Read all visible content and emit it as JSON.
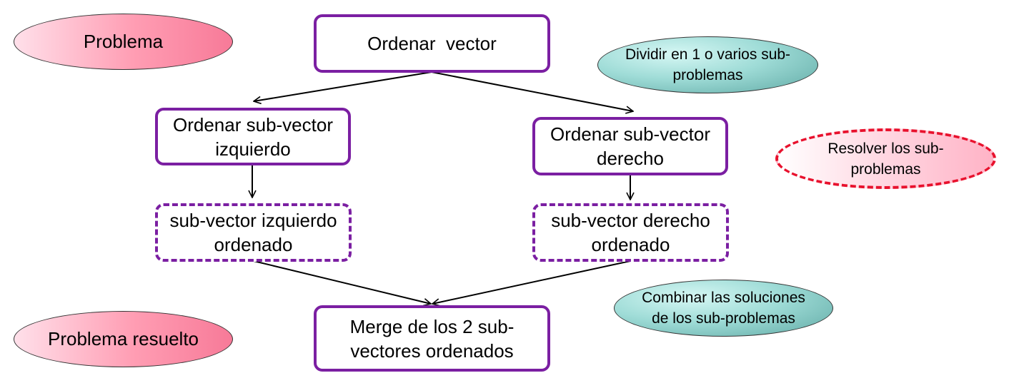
{
  "labels": {
    "problema": "Problema",
    "problema_resuelto": "Problema resuelto",
    "dividir": [
      "Dividir en 1 o varios sub-",
      "problemas"
    ],
    "resolver": [
      "Resolver los sub-",
      "problemas"
    ],
    "combinar": [
      "Combinar las soluciones",
      "de los sub-problemas"
    ]
  },
  "boxes": {
    "root": [
      "Ordenar  vector"
    ],
    "left_sub": [
      "Ordenar sub-vector",
      "izquierdo"
    ],
    "right_sub": [
      "Ordenar sub-vector",
      "derecho"
    ],
    "left_sorted": [
      "sub-vector izquierdo",
      "ordenado"
    ],
    "right_sorted": [
      "sub-vector derecho",
      "ordenado"
    ],
    "merge": [
      "Merge de los 2 sub-",
      "vectores ordenados"
    ]
  },
  "colors": {
    "box_border": "#7b1fa2",
    "resolve_border": "#e8112d",
    "arrow": "#000000"
  }
}
